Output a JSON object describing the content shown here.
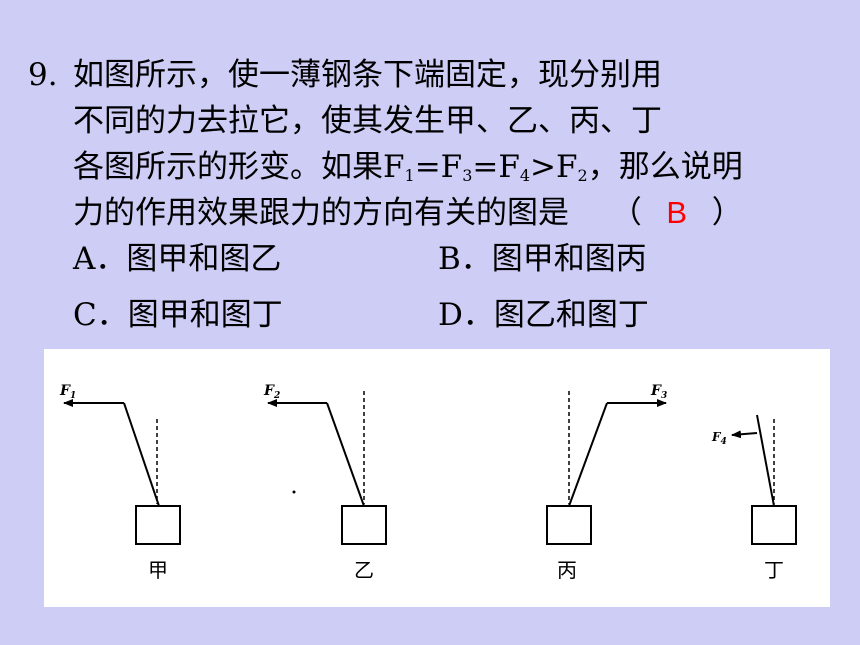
{
  "question": {
    "number": "9.",
    "line1": "如图所示，使一薄钢条下端固定，现分别用",
    "line2": "不同的力去拉它，使其发生甲、乙、丙、丁",
    "line3_a": "各图所示的形变。如果F",
    "line3_s1": "1",
    "line3_b": "=F",
    "line3_s3": "3",
    "line3_c": "=F",
    "line3_s4": "4",
    "line3_d": ">F",
    "line3_s2": "2",
    "line3_e": "，那么说明",
    "line4": "力的作用效果跟力的方向有关的图是",
    "paren_open": "（",
    "answer": "B",
    "paren_close": "）"
  },
  "options": {
    "a": "A．图甲和图乙",
    "b": "B．图甲和图丙",
    "c": "C．图甲和图丁",
    "d": "D．图乙和图丁"
  },
  "figure": {
    "panels": [
      {
        "force": "F",
        "sub": "1",
        "caption": "甲"
      },
      {
        "force": "F",
        "sub": "2",
        "caption": "乙"
      },
      {
        "force": "F",
        "sub": "3",
        "caption": "丙"
      },
      {
        "force": "F",
        "sub": "4",
        "caption": "丁"
      }
    ]
  }
}
